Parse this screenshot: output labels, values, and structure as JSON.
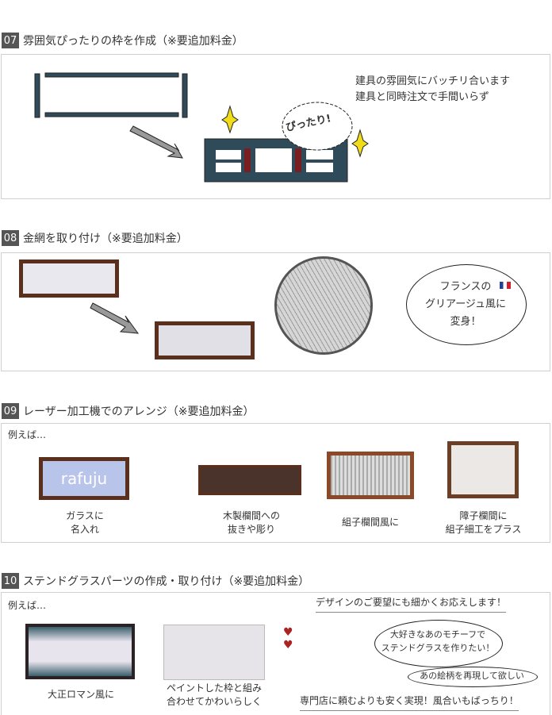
{
  "sections": [
    {
      "num": "07",
      "title": "雰囲気ぴったりの枠を作成（※要追加料金）",
      "lines": [
        "建具の雰囲気にバッチリ合います",
        "建具と同時注文で手間いらず"
      ],
      "burst": "ぴったり!"
    },
    {
      "num": "08",
      "title": "金網を取り付け（※要追加料金）",
      "bubble": [
        "フランスの",
        "グリアージュ風に",
        "変身！"
      ]
    },
    {
      "num": "09",
      "title": "レーザー加工機でのアレンジ（※要追加料金）",
      "example": "例えば…",
      "logo": "rafuju",
      "items": [
        [
          "ガラスに",
          "名入れ"
        ],
        [
          "木製欄間への",
          "抜きや彫り"
        ],
        [
          "組子欄間風に"
        ],
        [
          "障子欄間に",
          "組子細工をプラス"
        ]
      ]
    },
    {
      "num": "10",
      "title": "ステンドグラスパーツの作成・取り付け（※要追加料金）",
      "example": "例えば…",
      "items": [
        [
          "大正ロマン風に"
        ],
        [
          "ペイントした枠と組み",
          "合わせてかわいらしく"
        ]
      ],
      "top_caption": "デザインのご要望にも細かくお応えします！",
      "bubble1": [
        "大好きなあのモチーフで",
        "ステンドグラスを作りたい！"
      ],
      "bubble2": "あの絵柄を再現して欲しい",
      "bottom_caption": "専門店に頼むよりも安く実現！風合いもばっちり！"
    }
  ]
}
